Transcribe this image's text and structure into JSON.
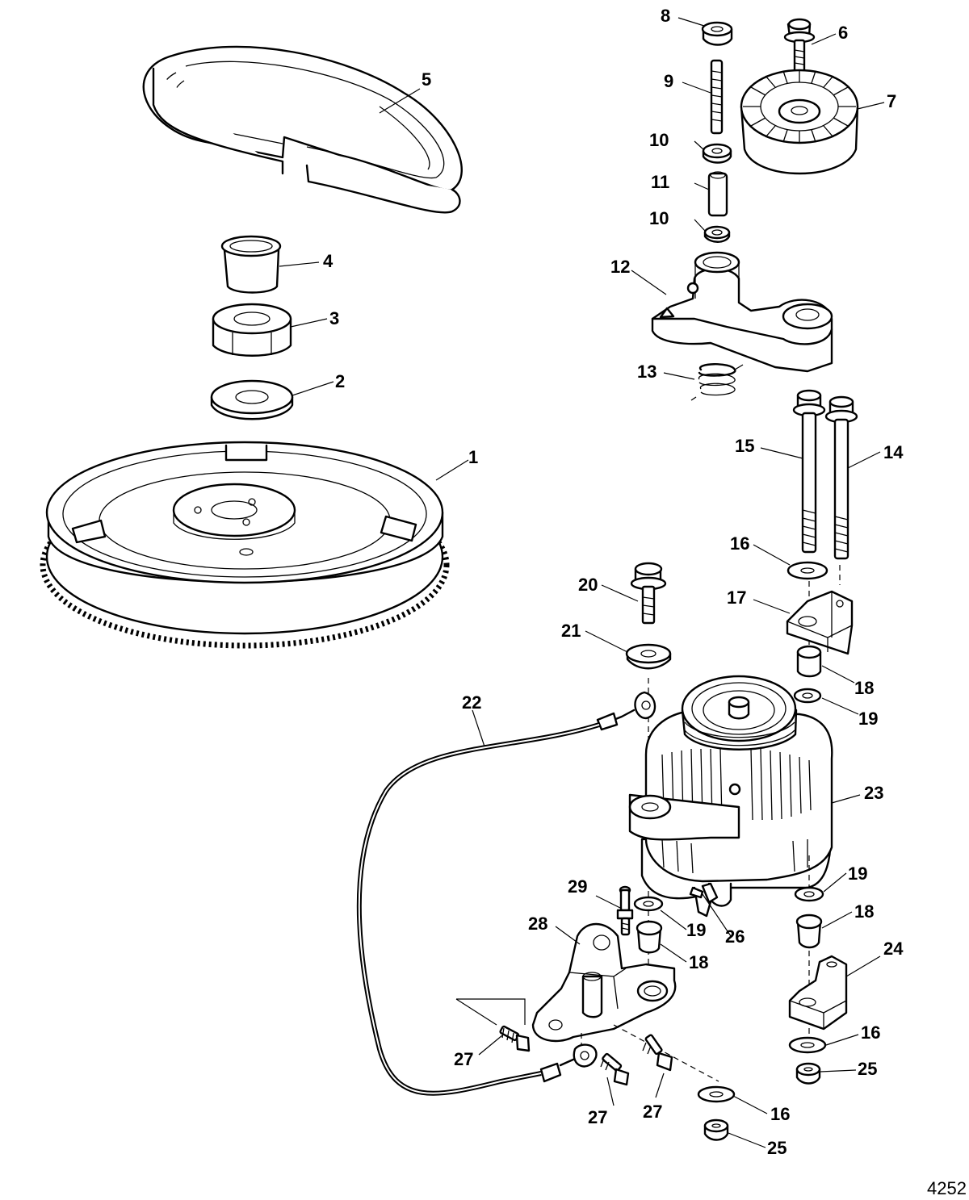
{
  "figure_id": "4252",
  "callouts": [
    {
      "key": "c1",
      "label": "1"
    },
    {
      "key": "c2",
      "label": "2"
    },
    {
      "key": "c3",
      "label": "3"
    },
    {
      "key": "c4",
      "label": "4"
    },
    {
      "key": "c5",
      "label": "5"
    },
    {
      "key": "c6",
      "label": "6"
    },
    {
      "key": "c7",
      "label": "7"
    },
    {
      "key": "c8",
      "label": "8"
    },
    {
      "key": "c9",
      "label": "9"
    },
    {
      "key": "c10a",
      "label": "10"
    },
    {
      "key": "c10b",
      "label": "10"
    },
    {
      "key": "c11",
      "label": "11"
    },
    {
      "key": "c12",
      "label": "12"
    },
    {
      "key": "c13",
      "label": "13"
    },
    {
      "key": "c14",
      "label": "14"
    },
    {
      "key": "c15",
      "label": "15"
    },
    {
      "key": "c16a",
      "label": "16"
    },
    {
      "key": "c16b",
      "label": "16"
    },
    {
      "key": "c16c",
      "label": "16"
    },
    {
      "key": "c17",
      "label": "17"
    },
    {
      "key": "c18a",
      "label": "18"
    },
    {
      "key": "c18b",
      "label": "18"
    },
    {
      "key": "c18c",
      "label": "18"
    },
    {
      "key": "c19a",
      "label": "19"
    },
    {
      "key": "c19b",
      "label": "19"
    },
    {
      "key": "c19c",
      "label": "19"
    },
    {
      "key": "c20",
      "label": "20"
    },
    {
      "key": "c21",
      "label": "21"
    },
    {
      "key": "c22",
      "label": "22"
    },
    {
      "key": "c23",
      "label": "23"
    },
    {
      "key": "c24",
      "label": "24"
    },
    {
      "key": "c25a",
      "label": "25"
    },
    {
      "key": "c25b",
      "label": "25"
    },
    {
      "key": "c26",
      "label": "26"
    },
    {
      "key": "c27a",
      "label": "27"
    },
    {
      "key": "c27b",
      "label": "27"
    },
    {
      "key": "c27c",
      "label": "27"
    },
    {
      "key": "c28",
      "label": "28"
    },
    {
      "key": "c29",
      "label": "29"
    }
  ]
}
